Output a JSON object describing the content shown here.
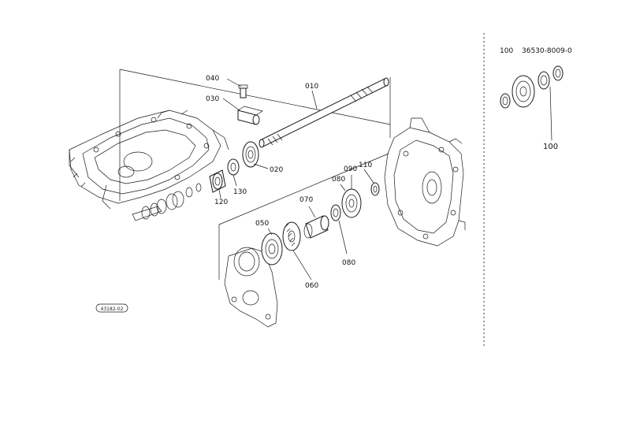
{
  "callouts": {
    "c010": "010",
    "c020": "020",
    "c030": "030",
    "c040": "040",
    "c050": "050",
    "c060": "060",
    "c070": "070",
    "c080a": "080",
    "c080b": "080",
    "c090": "090",
    "c110": "110",
    "c120": "120",
    "c130": "130",
    "c100": "100"
  },
  "kit_panel": {
    "item_number": "100",
    "part_number": "36530-8009-0"
  },
  "stamp": "43182-02"
}
